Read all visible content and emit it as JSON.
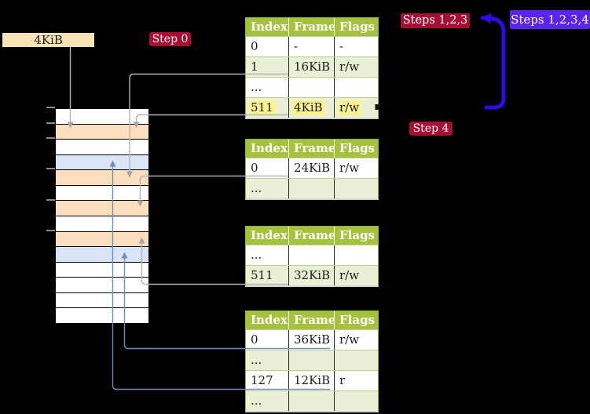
{
  "annotations": {
    "frame_size_label": "4KiB",
    "step0": "Step 0",
    "steps_123": "Steps 1,2,3",
    "steps_1234": "Steps 1,2,3,4",
    "step4": "Step 4"
  },
  "colors": {
    "background": "#000000",
    "frame_label_bg": "#f8e3b6",
    "badge_red": "#a60f33",
    "badge_blue": "#5a23ee",
    "table_header_green": "#a5c23e",
    "table_row_green": "#eaf0d6",
    "highlight_yellow": "#fbf290",
    "memory_frame_peach": "#fbdebd",
    "memory_frame_blue": "#d9e5f6",
    "arrow_gray": "#b3b3b3",
    "arrow_blue": "#6d8dc0",
    "loop_arrow_blue": "#2a0ce4"
  },
  "memory": {
    "rows": [
      {
        "color": "#ffffff"
      },
      {
        "color": "#fbdebd"
      },
      {
        "color": "#ffffff"
      },
      {
        "color": "#d9e5f6"
      },
      {
        "color": "#fbdebd"
      },
      {
        "color": "#ffffff"
      },
      {
        "color": "#fbdebd"
      },
      {
        "color": "#ffffff"
      },
      {
        "color": "#fbdebd"
      },
      {
        "color": "#d9e5f6"
      },
      {
        "color": "#ffffff"
      },
      {
        "color": "#ffffff"
      },
      {
        "color": "#ffffff"
      },
      {
        "color": "#ffffff"
      }
    ]
  },
  "tables": [
    {
      "headers": [
        "Index",
        "Frame",
        "Flags"
      ],
      "rows": [
        {
          "cells": [
            "0",
            "-",
            "-"
          ],
          "shaded": false,
          "highlight": false
        },
        {
          "cells": [
            "1",
            "16KiB",
            "r/w"
          ],
          "shaded": true,
          "highlight": false
        },
        {
          "cells": [
            "...",
            "",
            ""
          ],
          "shaded": false,
          "highlight": false
        },
        {
          "cells": [
            "511",
            "4KiB",
            "r/w"
          ],
          "shaded": true,
          "highlight": true
        }
      ]
    },
    {
      "headers": [
        "Index",
        "Frame",
        "Flags"
      ],
      "rows": [
        {
          "cells": [
            "0",
            "24KiB",
            "r/w"
          ],
          "shaded": false,
          "highlight": false
        },
        {
          "cells": [
            "...",
            "",
            ""
          ],
          "shaded": true,
          "highlight": false
        }
      ]
    },
    {
      "headers": [
        "Index",
        "Frame",
        "Flags"
      ],
      "rows": [
        {
          "cells": [
            "...",
            "",
            ""
          ],
          "shaded": false,
          "highlight": false
        },
        {
          "cells": [
            "511",
            "32KiB",
            "r/w"
          ],
          "shaded": true,
          "highlight": false
        }
      ]
    },
    {
      "headers": [
        "Index",
        "Frame",
        "Flags"
      ],
      "rows": [
        {
          "cells": [
            "0",
            "36KiB",
            "r/w"
          ],
          "shaded": false,
          "highlight": false
        },
        {
          "cells": [
            "...",
            "",
            ""
          ],
          "shaded": true,
          "highlight": false
        },
        {
          "cells": [
            "127",
            "12KiB",
            "r"
          ],
          "shaded": false,
          "highlight": false
        },
        {
          "cells": [
            "...",
            "",
            ""
          ],
          "shaded": true,
          "highlight": false
        }
      ]
    }
  ]
}
